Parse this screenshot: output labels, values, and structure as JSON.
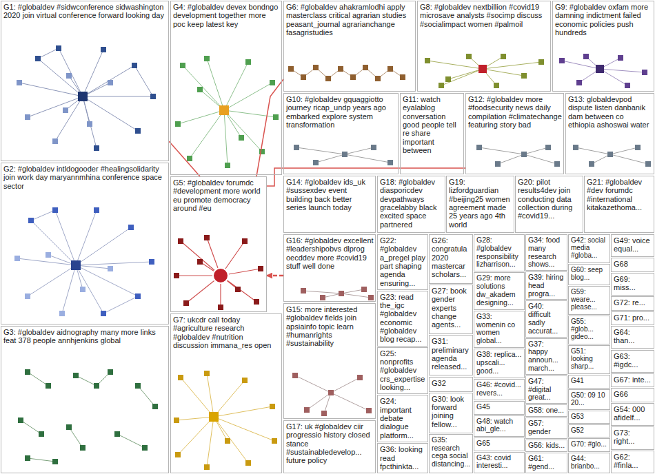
{
  "diagram": {
    "nodes": [
      {
        "text": [
          "G1: #globaldev #sidwconference sidwashington 2020 join virtual conference forward looking day"
        ]
      },
      {
        "text": [
          "G2: #globaldev intldogooder #healingsolidarity join work day maryannmhina conference space sector"
        ]
      },
      {
        "text": [
          "G3: #globaldev aidnography many more links feat 378 people annhjenkins global"
        ]
      },
      {
        "text": [
          "G4: #globaldev devex bondngo development together more poc keep latest key"
        ]
      },
      {
        "text": [
          "G5: #globaldev forumdc #development more world eu promote democracy around #eu"
        ]
      },
      {
        "text": [
          "G6: #globaldev ahakramlodhi apply masterclass critical agrarian studies peasant_journal agrarianchange fasagristudies"
        ]
      },
      {
        "text": [
          "G7: ukcdr call today #agriculture research #globaldev #nutrition discussion immana_res open"
        ]
      },
      {
        "text": [
          "G8: #globaldev nextbillion #covid19 microsave analysts #socimp discuss #socialimpact women #palmoil"
        ]
      },
      {
        "text": [
          "G9: #globaldev oxfam more damning indictment failed economic policies push hundreds"
        ]
      },
      {
        "text": [
          "G10: #globaldev gquaggiotto journey ricap_undp years ago embarked explore system transformation"
        ]
      },
      {
        "text": [
          "G11: watch eyalablog conversation good people tell re share important between"
        ]
      },
      {
        "text": [
          "G12: #globaldev more #foodsecurity news daily compilation #climatechange featuring story bad"
        ]
      },
      {
        "text": [
          "G13: globaldevpod dispute listen danbanik dam between co ethiopia ashoswai water"
        ]
      },
      {
        "text": [
          "G14: #globaldev ids_uk #sussexdev event building back better series launch today"
        ]
      },
      {
        "text": [
          "G15: more interested #globaldev fields join apsiainfo topic learn #humanrights #sustainability"
        ]
      },
      {
        "text": [
          "G16: #globaldev excellent #leadershipobvs dlprog oecddev more #covid19 stuff well done"
        ]
      },
      {
        "text": [
          "G17: uk #globaldev ciir progressio history closed stance #sustainabledevelop... future policy"
        ]
      },
      {
        "text": [
          "G18: #globaldev diasporicdev devpathways gracelabby black excited space partnered"
        ]
      },
      {
        "text": [
          "G19: lizfordguardian #beijing25 women agreement made 25 years ago 4th world"
        ]
      },
      {
        "text": [
          "G20: pilot results4dev join conducting data collection during #covid19..."
        ]
      },
      {
        "text": [
          "G21: #globaldev #dev forumdc #international kitakazethoma..."
        ]
      },
      {
        "text": [
          "G22: #globaldev a_pregel play part shaping agenda ensuring..."
        ]
      },
      {
        "text": [
          "G23: read the_igc #globaldev economic #globaldev blog recap..."
        ]
      },
      {
        "text": [
          "G24: important debate dialogue platform..."
        ]
      },
      {
        "text": [
          "G25: nonprofits #globaldev crs_expertise looking..."
        ]
      },
      {
        "text": [
          "G26: congratula 2020 mastercar scholars..."
        ]
      },
      {
        "text": [
          "G27: book gender experts change agents..."
        ]
      },
      {
        "text": [
          "G28: #globaldev responsibility lizharrison..."
        ]
      },
      {
        "text": [
          "G29: more solutions dw_akadem designing..."
        ]
      },
      {
        "text": [
          "G30: look forward joining fellow..."
        ]
      },
      {
        "text": [
          "G31: preliminary agenda released..."
        ]
      },
      {
        "text": [
          "G32"
        ]
      },
      {
        "text": [
          "G33: womenin co women global..."
        ]
      },
      {
        "text": [
          "G34: food many research shows..."
        ]
      },
      {
        "text": [
          "G35: research cega social distancing..."
        ]
      },
      {
        "text": [
          "G36: looking read fpcthinkta..."
        ]
      },
      {
        "text": [
          "G37: happy announ... march..."
        ]
      },
      {
        "text": [
          "G38: replica... upscali... good..."
        ]
      },
      {
        "text": [
          "G39: hiring head progra..."
        ]
      },
      {
        "text": [
          "G40: difficult sadly accurat..."
        ]
      },
      {
        "text": [
          "G41"
        ]
      },
      {
        "text": [
          "G42: social media #globa..."
        ]
      },
      {
        "text": [
          "G43: covid interesti..."
        ]
      },
      {
        "text": [
          "G44: brianbo..."
        ]
      },
      {
        "text": [
          "G45"
        ]
      },
      {
        "text": [
          "G46: #covid... revers..."
        ]
      },
      {
        "text": [
          "G47: #digital great..."
        ]
      },
      {
        "text": [
          "G48: watch abi_gle..."
        ]
      },
      {
        "text": [
          "G49: voice equal..."
        ]
      },
      {
        "text": [
          "G50: 09 10 20..."
        ]
      },
      {
        "text": [
          "G51: looking sharp..."
        ]
      },
      {
        "text": [
          "G52"
        ]
      },
      {
        "text": [
          "G53"
        ]
      },
      {
        "text": [
          "G54: 000 afidelf..."
        ]
      },
      {
        "text": [
          "G55: #glob... gideo..."
        ]
      },
      {
        "text": [
          "G56: kids..."
        ]
      },
      {
        "text": [
          "G57: gender"
        ]
      },
      {
        "text": [
          "G58: one..."
        ]
      },
      {
        "text": [
          "G59: weare... please..."
        ]
      },
      {
        "text": [
          "G60: seep blog..."
        ]
      },
      {
        "text": [
          "G61: #gend..."
        ]
      },
      {
        "text": [
          "G62: #finla..."
        ]
      },
      {
        "text": [
          "G63: #igdc..."
        ]
      },
      {
        "text": [
          "G64: than..."
        ]
      },
      {
        "text": [
          "G65"
        ]
      },
      {
        "text": [
          "G66"
        ]
      },
      {
        "text": [
          "G67: inte..."
        ]
      },
      {
        "text": [
          "G68"
        ]
      },
      {
        "text": [
          "G69: miss..."
        ]
      },
      {
        "text": [
          "G70: #glo..."
        ]
      },
      {
        "text": [
          "G71: pro..."
        ]
      },
      {
        "text": [
          "G72: re..."
        ]
      },
      {
        "text": [
          "G73: right..."
        ]
      }
    ],
    "edges": [
      {
        "from": 4,
        "to": 0,
        "arrow": "none"
      },
      {
        "from": 4,
        "to": 11,
        "arrow": "none"
      },
      {
        "from": 5,
        "to": 4,
        "arrow": "none"
      },
      {
        "from": 15,
        "to": 4,
        "arrow": "to"
      }
    ]
  }
}
